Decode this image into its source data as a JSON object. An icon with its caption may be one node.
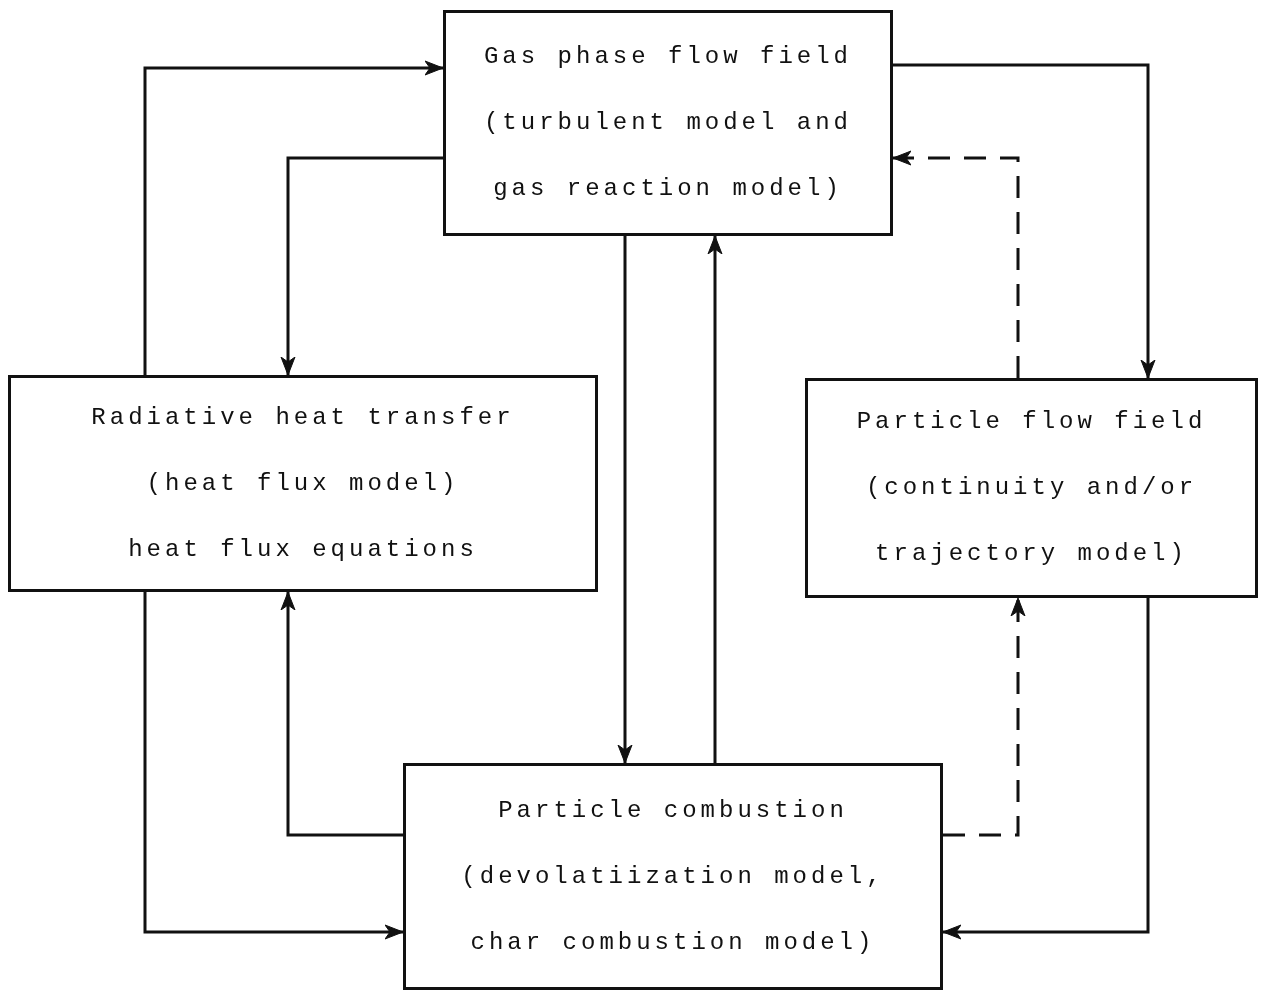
{
  "diagram": {
    "nodes": [
      {
        "text": [
          "Gas phase flow field",
          "(turbulent model and gas reaction model)"
        ]
      },
      {
        "text": [
          "Radiative heat transfer",
          "(heat flux model)",
          "heat flux equations"
        ]
      },
      {
        "text": [
          "Particle flow field",
          "(continuity and/or trajectory model)"
        ]
      },
      {
        "text": [
          "Particle combustion",
          "(devolatiization model, char combustion model)"
        ]
      }
    ],
    "edges": [
      {
        "from": 1,
        "to": 0,
        "arrow": "to"
      },
      {
        "from": 0,
        "to": 1,
        "arrow": "to"
      },
      {
        "from": 0,
        "to": 2,
        "arrow": "to"
      },
      {
        "from": 2,
        "to": 0,
        "arrow": "to",
        "style": "dashed"
      },
      {
        "from": 0,
        "to": 3,
        "arrow": "to"
      },
      {
        "from": 3,
        "to": 0,
        "arrow": "to"
      },
      {
        "from": 3,
        "to": 1,
        "arrow": "to"
      },
      {
        "from": 1,
        "to": 3,
        "arrow": "to"
      },
      {
        "from": 3,
        "to": 2,
        "arrow": "to",
        "style": "dashed"
      },
      {
        "from": 2,
        "to": 3,
        "arrow": "to"
      }
    ]
  }
}
